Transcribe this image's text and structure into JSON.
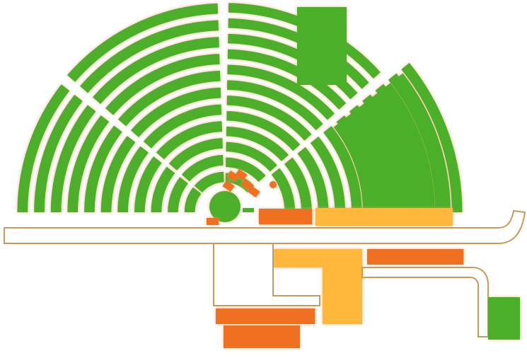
{
  "palette": {
    "green": "#4caf2c",
    "orange": "#f07024",
    "yellow": "#ffb83a",
    "walkway_fill": "#ffffff",
    "walkway_edge": "#c99a5b"
  },
  "seating": {
    "sectors": [
      {
        "name": "left-sector",
        "rows": 11
      },
      {
        "name": "upper-left-sector",
        "rows": 11
      },
      {
        "name": "upper-right-sector",
        "rows": 12
      },
      {
        "name": "right-sector",
        "rows": 11
      },
      {
        "name": "far-right-sector",
        "rows": 6
      }
    ]
  },
  "blocks": {
    "orange_count": 10,
    "yellow_count": 2,
    "green_count": 2
  }
}
